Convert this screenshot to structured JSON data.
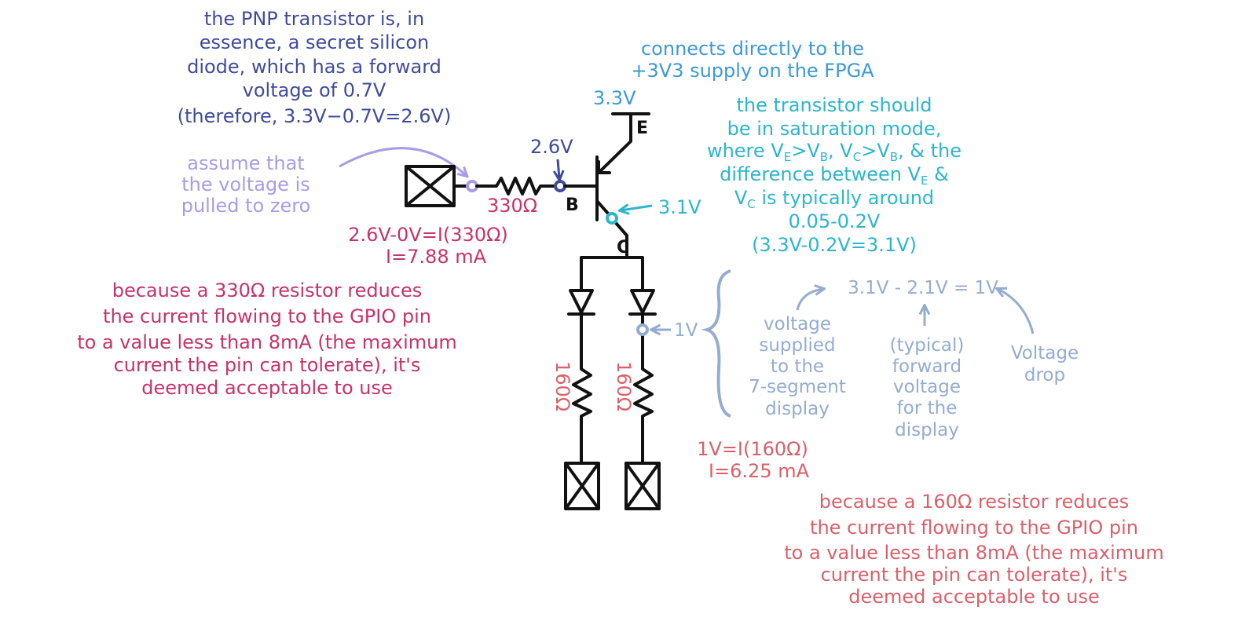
{
  "pnp_note": {
    "lines": [
      "the PNP transistor is, in",
      "essence, a secret silicon",
      "diode, which has a forward",
      "voltage of 0.7V",
      "(therefore, 3.3V−0.7V=2.6V)"
    ]
  },
  "supply_note": {
    "lines": [
      "connects directly to the",
      "+3V3 supply on the FPGA"
    ]
  },
  "supply_label": "3.3V",
  "saturation_note": {
    "lines": [
      "the transistor should",
      "be in saturation mode,",
      "where V",
      "E",
      ">V",
      "B",
      ", V",
      "C",
      ">V",
      "B",
      ", & the",
      "difference between V",
      "E",
      " &",
      "C",
      " is typically around",
      "0.05-0.2V",
      "(3.3V-0.2V=3.1V)"
    ]
  },
  "assume_note": {
    "lines": [
      "assume that",
      "the voltage is",
      "pulled to zero"
    ]
  },
  "base_voltage": "2.6V",
  "collector_voltage": "3.1V",
  "pins": {
    "emitter": "E",
    "base": "B",
    "collector": "C"
  },
  "base_resistor": "330Ω",
  "base_calc": {
    "lines": [
      "2.6V-0V=I(330Ω)",
      "I=7.88 mA"
    ]
  },
  "base_reason": {
    "lines": [
      "because a 330Ω resistor reduces",
      "the current flowing to the GPIO pin",
      "to a value less than 8mA (the maximum",
      "current the pin can tolerate), it's",
      "deemed acceptable to use"
    ]
  },
  "segment_resistors": [
    "160Ω",
    "160Ω"
  ],
  "segment_voltage": "1V",
  "segment_calc": {
    "lines": [
      "1V=I(160Ω)",
      "I=6.25 mA"
    ]
  },
  "segment_reason": {
    "lines": [
      "because a 160Ω resistor reduces",
      "the current flowing to the GPIO pin",
      "to a value less than 8mA (the maximum",
      "current the pin can tolerate), it's",
      "deemed acceptable to use"
    ]
  },
  "drop_equation": "3.1V - 2.1V = 1V",
  "drop_labels": {
    "supplied": [
      "voltage",
      "supplied",
      "to the",
      "7-segment",
      "display"
    ],
    "forward": [
      "(typical)",
      "forward",
      "voltage",
      "for the",
      "display"
    ],
    "drop": [
      "Voltage",
      "drop"
    ]
  },
  "colors": {
    "navy": "#3f4b9c",
    "blue": "#3b9ad6",
    "teal": "#2cb6ca",
    "purple": "#a99be6",
    "magenta": "#c6336a",
    "salmon": "#d9606a",
    "grey": "#93acd0"
  }
}
